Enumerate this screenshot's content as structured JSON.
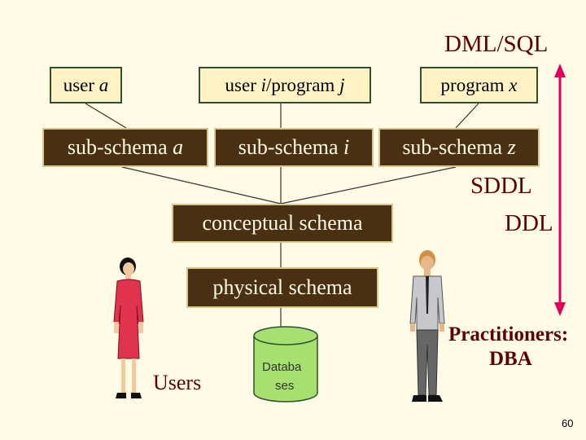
{
  "labels": {
    "dml_sql": "DML/SQL",
    "sddl": "SDDL",
    "ddl": "DDL",
    "users": "Users",
    "practitioners_line1": "Practitioners:",
    "practitioners_line2": "DBA",
    "page_number": "60"
  },
  "users_row": [
    {
      "prefix": "user ",
      "name": "a",
      "suffix": ""
    },
    {
      "prefix": "user ",
      "name": "i",
      "middle": "/program ",
      "name2": "j"
    },
    {
      "prefix": "program ",
      "name": "x",
      "suffix": ""
    }
  ],
  "subschemas": [
    {
      "prefix": "sub-schema ",
      "name": "a"
    },
    {
      "prefix": "sub-schema ",
      "name": "i"
    },
    {
      "prefix": "sub-schema ",
      "name": "z"
    }
  ],
  "conceptual": "conceptual schema",
  "physical": "physical schema",
  "database": {
    "line1": "Databa",
    "line2": "ses"
  },
  "colors": {
    "background": "#fffbe6",
    "label_text": "#5c0000",
    "arrow": "#e0005a",
    "dark_box": "#4a3012",
    "light_box": "#fff2c4"
  }
}
